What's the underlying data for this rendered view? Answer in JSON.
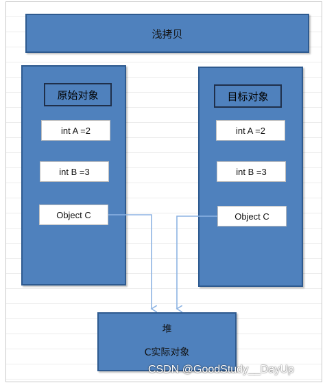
{
  "title": "浅拷贝",
  "original": {
    "label": "原始对象",
    "fields": [
      "int A =2",
      "int B =3",
      "Object C"
    ]
  },
  "target": {
    "label": "目标对象",
    "fields": [
      "int A =2",
      "int B =3",
      "Object C"
    ]
  },
  "heap": {
    "title": "堆",
    "content": "C实际对象"
  },
  "watermark": "CSDN @GoodStudy__DayUp",
  "colors": {
    "box_fill": "#4f81bd",
    "connector": "#8eb4e3"
  }
}
